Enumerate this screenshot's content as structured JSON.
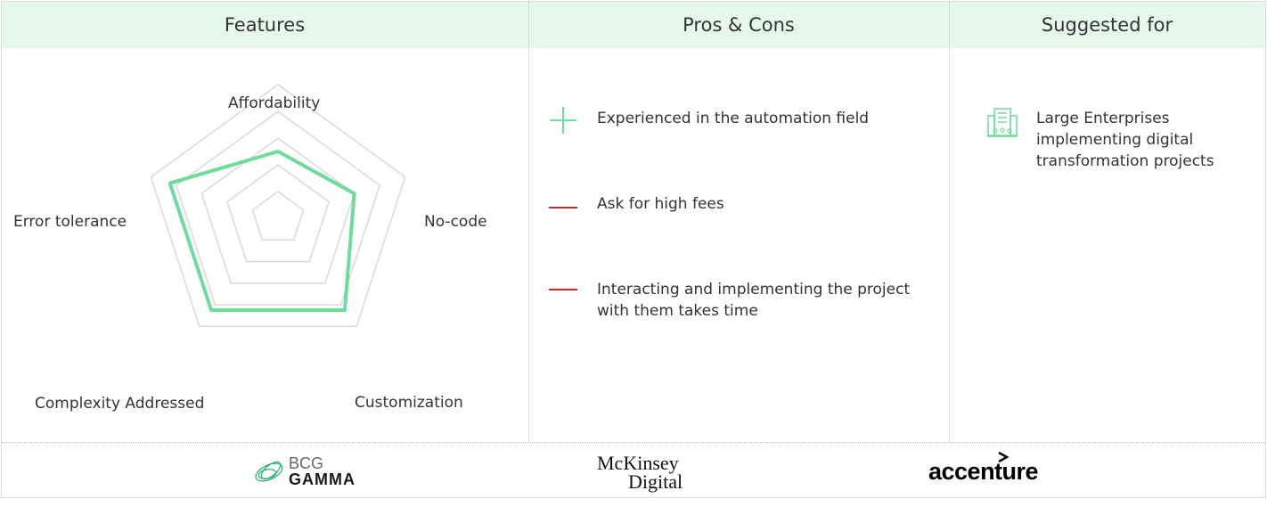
{
  "header": {
    "features_title": "Features",
    "pros_cons_title": "Pros & Cons",
    "suggested_title": "Suggested for"
  },
  "radar": {
    "axes": [
      "Affordability",
      "No-code",
      "Customization",
      "Complexity Addressed",
      "Error tolerance"
    ],
    "levels": 5,
    "values": [
      0.5,
      0.6,
      0.85,
      0.85,
      0.85
    ],
    "line_color": "#6ddc9b",
    "grid_color": "#d9d9d9"
  },
  "pros_cons": {
    "items": [
      {
        "type": "pro",
        "icon": "plus-icon",
        "text": "Experienced  in the automation field"
      },
      {
        "type": "con",
        "icon": "minus-icon",
        "text": "Ask for high fees"
      },
      {
        "type": "con",
        "icon": "minus-icon",
        "text": "Interacting  and implementing  the project with them takes time"
      }
    ],
    "pro_color": "#6ddc9b",
    "con_color": "#d9262e"
  },
  "suggested": {
    "icon": "office-building-icon",
    "text": "Large Enterprises implementing digital transformation projects"
  },
  "logos": {
    "bcg_line1": "BCG",
    "bcg_line2": "GAMMA",
    "mckinsey_line1": "McKinsey",
    "mckinsey_line2": "Digital",
    "accenture": "accenture"
  }
}
